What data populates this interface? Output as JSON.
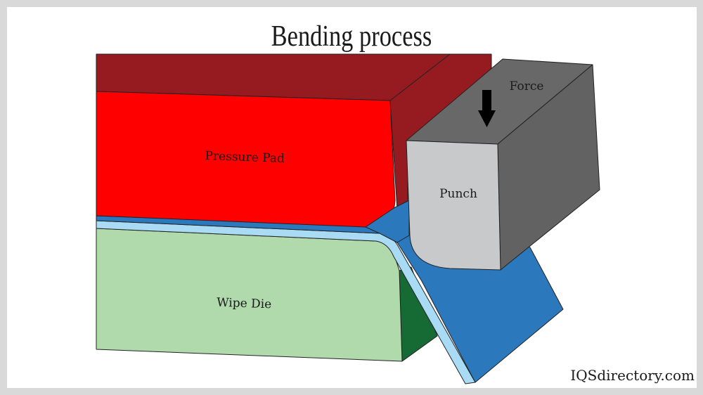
{
  "title": "Bending process",
  "labels": {
    "pressure_pad": "Pressure Pad",
    "punch": "Punch",
    "force": "Force",
    "wipe_die": "Wipe Die"
  },
  "watermark": "IQSdirectory.com",
  "icons": {
    "force_arrow": "down-arrow-icon"
  },
  "colors": {
    "pressure_pad_front": "#fe0000",
    "pressure_pad_top": "#961b20",
    "punch_front": "#c8c9cb",
    "punch_top": "#686868",
    "punch_side": "#626262",
    "sheet_metal_top": "#2b78bd",
    "sheet_metal_edge": "#a9dcf4",
    "wipe_die_front": "#b0d9ac",
    "wipe_die_side": "#166a34",
    "background": "#ffffff",
    "frame": "#d9d9d9"
  }
}
